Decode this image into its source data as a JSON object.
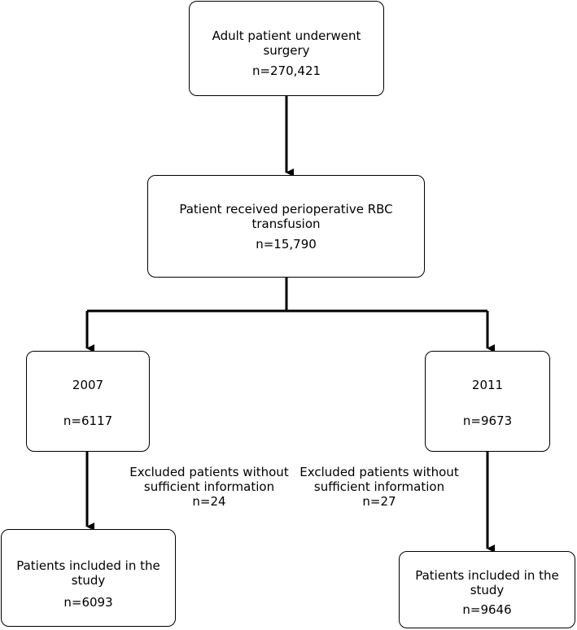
{
  "flowchart": {
    "top": {
      "title": "Adult patient underwent surgery",
      "count": "n=270,421"
    },
    "middle": {
      "title": "Patient received perioperative RBC transfusion",
      "count": "n=15,790"
    },
    "left_year": {
      "title": "2007",
      "count": "n=6117"
    },
    "right_year": {
      "title": "2011",
      "count": "n=9673"
    },
    "left_exclusion": {
      "line1": "Excluded patients without",
      "line2": "sufficient information",
      "count": "n=24"
    },
    "right_exclusion": {
      "line1": "Excluded patients without",
      "line2": "sufficient information",
      "count": "n=27"
    },
    "left_final": {
      "title": "Patients included in the study",
      "count": "n=6093"
    },
    "right_final": {
      "title": "Patients included in the study",
      "count": "n=9646"
    }
  }
}
